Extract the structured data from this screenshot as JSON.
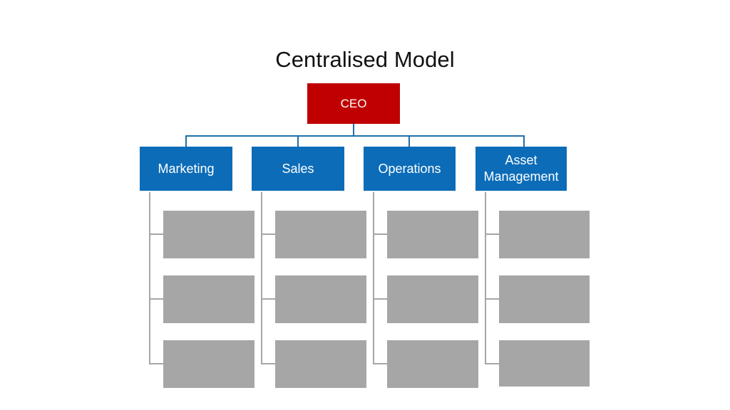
{
  "diagram": {
    "title": "Centralised Model",
    "type": "org-chart",
    "colors": {
      "root": "#C00000",
      "branch": "#0C6CB8",
      "leaf": "#A6A6A6",
      "connector_blue": "#1F6FA8",
      "connector_gray": "#A6A6A6",
      "background": "#FFFFFF",
      "title_text": "#111111",
      "node_text": "#FFFFFF"
    },
    "root": {
      "label": "CEO"
    },
    "branches": [
      {
        "label": "Marketing",
        "leaves": [
          "",
          "",
          ""
        ]
      },
      {
        "label": "Sales",
        "leaves": [
          "",
          "",
          ""
        ]
      },
      {
        "label": "Operations",
        "leaves": [
          "",
          "",
          ""
        ]
      },
      {
        "label": "Asset\nManagement",
        "leaves": [
          "",
          "",
          ""
        ]
      }
    ]
  }
}
